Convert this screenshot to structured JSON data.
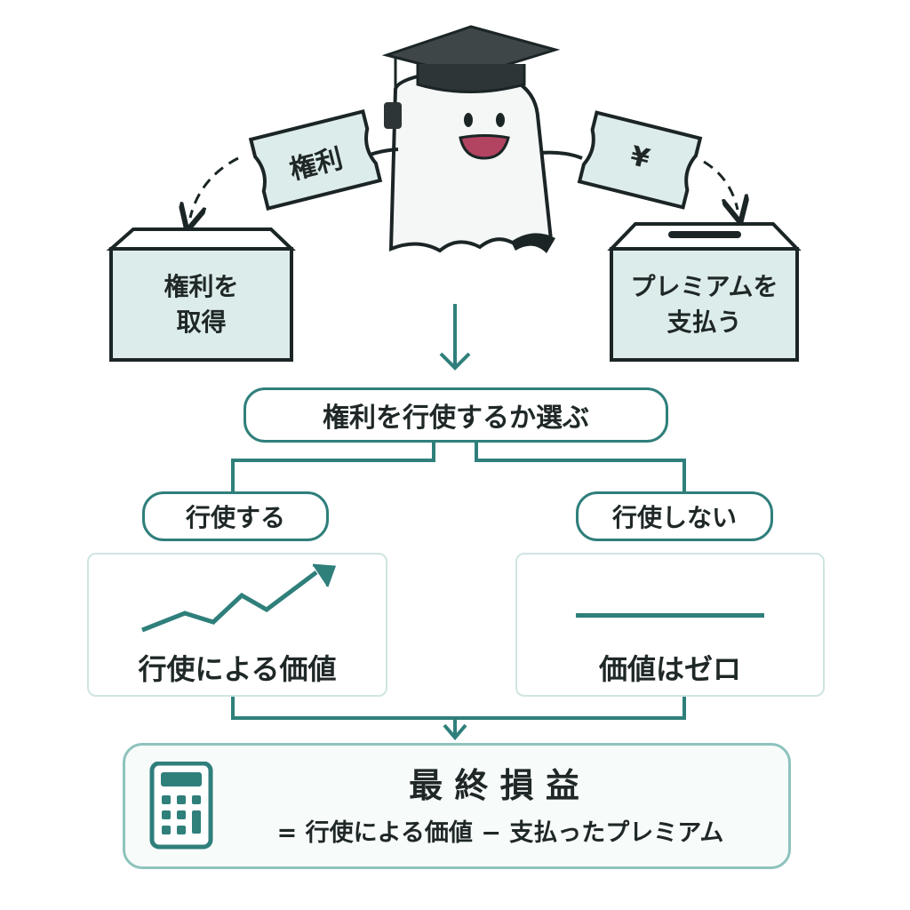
{
  "tickets": {
    "right_label": "権利",
    "premium_label": "¥"
  },
  "boxes": {
    "acquire": [
      "権利を",
      "取得"
    ],
    "pay": [
      "プレミアムを",
      "支払う"
    ]
  },
  "decision": "権利を行使するか選ぶ",
  "branches": {
    "exercise": {
      "label": "行使する",
      "result": "行使による価値"
    },
    "not_exercise": {
      "label": "行使しない",
      "result": "価値はゼロ"
    }
  },
  "final": {
    "title": "最 終 損 益",
    "formula": "= 行使による価値 − 支払ったプレミアム"
  },
  "icons": [
    "graduation-cap-icon",
    "ghost-mascot",
    "ticket-icon",
    "box-icon",
    "trend-up-icon",
    "flat-line-icon",
    "calculator-icon"
  ],
  "colors": {
    "teal": "#2f7f7b",
    "mint": "#dcecea",
    "ink": "#1c2526"
  }
}
